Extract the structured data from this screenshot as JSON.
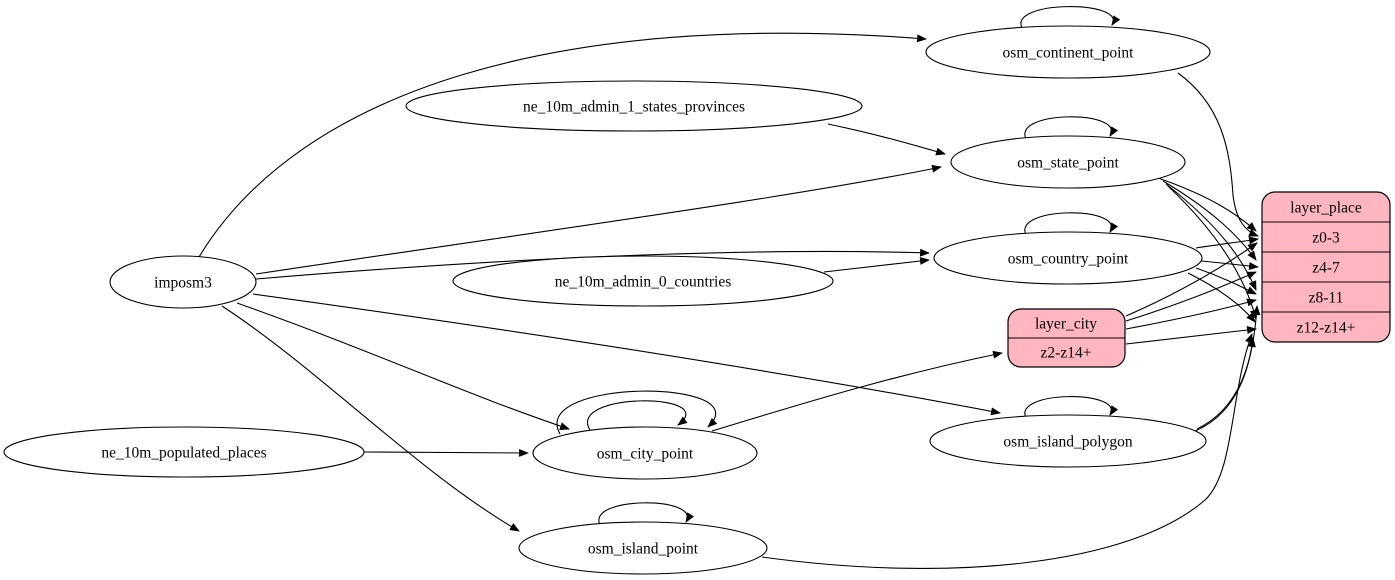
{
  "colors": {
    "background": "#ffffff",
    "table_node_fill": "#ffffff",
    "layer_node_fill": "#ffb6c1",
    "stroke": "#000000"
  },
  "diagram": {
    "nodes": {
      "imposm3": "imposm3",
      "ne_10m_admin_1_states_provinces": "ne_10m_admin_1_states_provinces",
      "ne_10m_admin_0_countries": "ne_10m_admin_0_countries",
      "ne_10m_populated_places": "ne_10m_populated_places",
      "osm_continent_point": "osm_continent_point",
      "osm_state_point": "osm_state_point",
      "osm_country_point": "osm_country_point",
      "osm_city_point": "osm_city_point",
      "osm_island_polygon": "osm_island_polygon",
      "osm_island_point": "osm_island_point"
    },
    "records": {
      "layer_place": {
        "title": "layer_place",
        "rows": [
          "z0-3",
          "z4-7",
          "z8-11",
          "z12-z14+"
        ]
      },
      "layer_city": {
        "title": "layer_city",
        "rows": [
          "z2-z14+"
        ]
      }
    },
    "edges": [
      {
        "from": "imposm3",
        "to": "osm_continent_point"
      },
      {
        "from": "imposm3",
        "to": "osm_state_point"
      },
      {
        "from": "imposm3",
        "to": "osm_country_point"
      },
      {
        "from": "imposm3",
        "to": "osm_city_point"
      },
      {
        "from": "imposm3",
        "to": "osm_island_polygon"
      },
      {
        "from": "imposm3",
        "to": "osm_island_point"
      },
      {
        "from": "ne_10m_admin_1_states_provinces",
        "to": "osm_state_point"
      },
      {
        "from": "ne_10m_admin_0_countries",
        "to": "osm_country_point"
      },
      {
        "from": "ne_10m_populated_places",
        "to": "osm_city_point"
      },
      {
        "from": "osm_continent_point",
        "to": "osm_continent_point"
      },
      {
        "from": "osm_state_point",
        "to": "osm_state_point"
      },
      {
        "from": "osm_country_point",
        "to": "osm_country_point"
      },
      {
        "from": "osm_city_point",
        "to": "osm_city_point"
      },
      {
        "from": "osm_city_point",
        "to": "osm_city_point"
      },
      {
        "from": "osm_island_polygon",
        "to": "osm_island_polygon"
      },
      {
        "from": "osm_island_point",
        "to": "osm_island_point"
      },
      {
        "from": "osm_continent_point",
        "to": "layer_place:z0-3"
      },
      {
        "from": "osm_state_point",
        "to": "layer_place:z0-3"
      },
      {
        "from": "osm_state_point",
        "to": "layer_place:z4-7"
      },
      {
        "from": "osm_state_point",
        "to": "layer_place:z8-11"
      },
      {
        "from": "osm_state_point",
        "to": "layer_place:z12-z14+"
      },
      {
        "from": "osm_country_point",
        "to": "layer_place:z0-3"
      },
      {
        "from": "osm_country_point",
        "to": "layer_place:z4-7"
      },
      {
        "from": "osm_country_point",
        "to": "layer_place:z8-11"
      },
      {
        "from": "osm_country_point",
        "to": "layer_place:z12-z14+"
      },
      {
        "from": "osm_city_point",
        "to": "layer_city:z2-z14+"
      },
      {
        "from": "layer_city",
        "to": "layer_place:z0-3"
      },
      {
        "from": "layer_city",
        "to": "layer_place:z4-7"
      },
      {
        "from": "layer_city",
        "to": "layer_place:z8-11"
      },
      {
        "from": "layer_city",
        "to": "layer_place:z12-z14+"
      },
      {
        "from": "osm_island_polygon",
        "to": "layer_place:z8-11"
      },
      {
        "from": "osm_island_polygon",
        "to": "layer_place:z12-z14+"
      },
      {
        "from": "osm_island_point",
        "to": "layer_place:z12-z14+"
      }
    ]
  }
}
